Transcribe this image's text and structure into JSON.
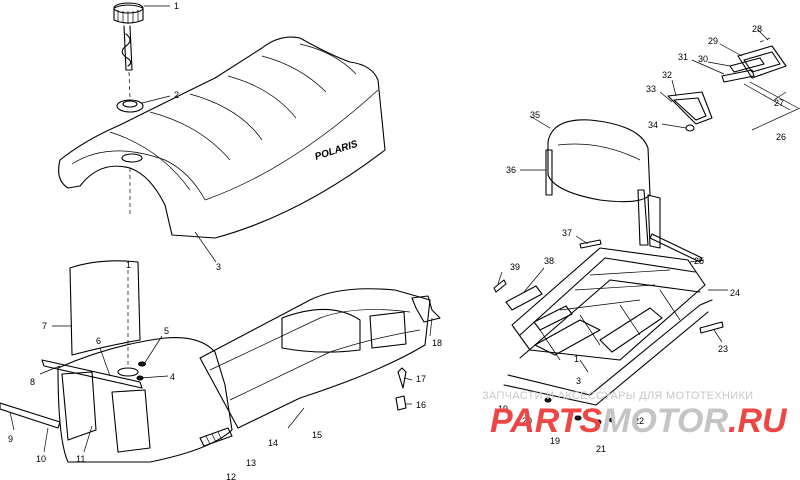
{
  "callouts": {
    "c1": "1",
    "c1b": "1",
    "c1c": "1",
    "c2": "2",
    "c3": "3",
    "c4": "4",
    "c5": "5",
    "c6": "6",
    "c7": "7",
    "c8": "8",
    "c9": "9",
    "c10": "10",
    "c11": "11",
    "c12": "12",
    "c13": "13",
    "c14": "14",
    "c15": "15",
    "c16": "16",
    "c17": "17",
    "c18": "18",
    "c19": "19",
    "c19b": "19",
    "c20": "20",
    "c21": "21",
    "c22": "22",
    "c23": "23",
    "c24": "24",
    "c25": "25",
    "c26": "26",
    "c27": "27",
    "c28": "28",
    "c29": "29",
    "c30": "30",
    "c31": "31",
    "c32": "32",
    "c33": "33",
    "c34": "34",
    "c35": "35",
    "c36": "36",
    "c37": "37",
    "c38": "38",
    "c39": "39",
    "c3b": "3"
  },
  "seat_logo": "POLARIS",
  "watermark": {
    "subtitle": "ЗАПЧАСТИ И АКСЕССУАРЫ ДЛЯ МОТОТЕХНИКИ",
    "brand_red_1": "PARTS",
    "brand_grey": "MOTOR",
    "brand_red_2": ".RU"
  },
  "colors": {
    "line": "#000000",
    "watermark_red": "#f04545",
    "watermark_grey": "#c4c4c4"
  }
}
